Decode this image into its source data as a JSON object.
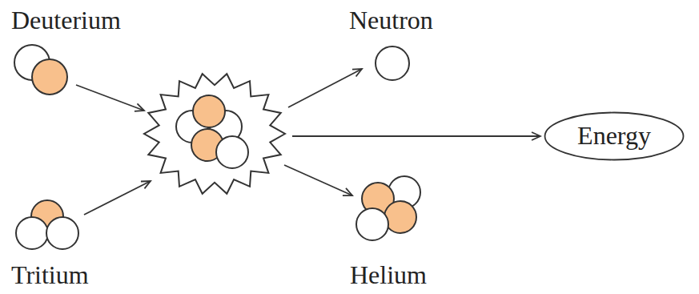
{
  "diagram": {
    "nodes": [
      {
        "text": [
          "Energy"
        ]
      }
    ],
    "labels": [
      "Deuterium",
      "Neutron",
      "Tritium",
      "Helium"
    ]
  }
}
